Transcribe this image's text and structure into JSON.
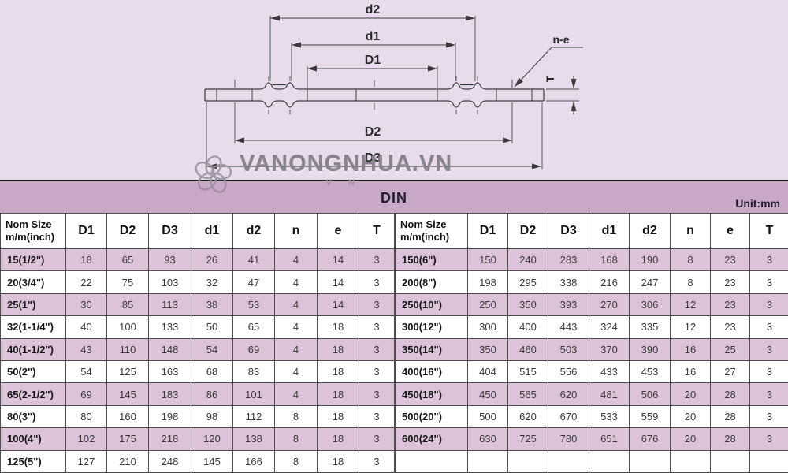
{
  "title": "DIN",
  "unit": "Unit:mm",
  "watermark": {
    "brand": "VANONGNHUA.VN",
    "sub": "V N"
  },
  "diagram": {
    "dim_d2": "d2",
    "dim_d1": "d1",
    "dim_D1": "D1",
    "dim_D2": "D2",
    "dim_D3": "D3",
    "holes_label": "n-e",
    "thickness_label": "T"
  },
  "table": {
    "nom_header_line1": "Nom Size",
    "nom_header_line2": "m/m(inch)",
    "value_columns": [
      "D1",
      "D2",
      "D3",
      "d1",
      "d2",
      "n",
      "e",
      "T"
    ],
    "left_rows": [
      {
        "size": "15(1/2\")",
        "values": [
          "18",
          "65",
          "93",
          "26",
          "41",
          "4",
          "14",
          "3"
        ]
      },
      {
        "size": "20(3/4\")",
        "values": [
          "22",
          "75",
          "103",
          "32",
          "47",
          "4",
          "14",
          "3"
        ]
      },
      {
        "size": "25(1\")",
        "values": [
          "30",
          "85",
          "113",
          "38",
          "53",
          "4",
          "14",
          "3"
        ]
      },
      {
        "size": "32(1-1/4\")",
        "values": [
          "40",
          "100",
          "133",
          "50",
          "65",
          "4",
          "18",
          "3"
        ]
      },
      {
        "size": "40(1-1/2\")",
        "values": [
          "43",
          "110",
          "148",
          "54",
          "69",
          "4",
          "18",
          "3"
        ]
      },
      {
        "size": "50(2\")",
        "values": [
          "54",
          "125",
          "163",
          "68",
          "83",
          "4",
          "18",
          "3"
        ]
      },
      {
        "size": "65(2-1/2\")",
        "values": [
          "69",
          "145",
          "183",
          "86",
          "101",
          "4",
          "18",
          "3"
        ]
      },
      {
        "size": "80(3\")",
        "values": [
          "80",
          "160",
          "198",
          "98",
          "112",
          "8",
          "18",
          "3"
        ]
      },
      {
        "size": "100(4\")",
        "values": [
          "102",
          "175",
          "218",
          "120",
          "138",
          "8",
          "18",
          "3"
        ]
      },
      {
        "size": "125(5\")",
        "values": [
          "127",
          "210",
          "248",
          "145",
          "166",
          "8",
          "18",
          "3"
        ]
      }
    ],
    "right_rows": [
      {
        "size": "150(6\")",
        "values": [
          "150",
          "240",
          "283",
          "168",
          "190",
          "8",
          "23",
          "3"
        ]
      },
      {
        "size": "200(8\")",
        "values": [
          "198",
          "295",
          "338",
          "216",
          "247",
          "8",
          "23",
          "3"
        ]
      },
      {
        "size": "250(10\")",
        "values": [
          "250",
          "350",
          "393",
          "270",
          "306",
          "12",
          "23",
          "3"
        ]
      },
      {
        "size": "300(12\")",
        "values": [
          "300",
          "400",
          "443",
          "324",
          "335",
          "12",
          "23",
          "3"
        ]
      },
      {
        "size": "350(14\")",
        "values": [
          "350",
          "460",
          "503",
          "370",
          "390",
          "16",
          "25",
          "3"
        ]
      },
      {
        "size": "400(16\")",
        "values": [
          "404",
          "515",
          "556",
          "433",
          "453",
          "16",
          "27",
          "3"
        ]
      },
      {
        "size": "450(18\")",
        "values": [
          "450",
          "565",
          "620",
          "481",
          "506",
          "20",
          "28",
          "3"
        ]
      },
      {
        "size": "500(20\")",
        "values": [
          "500",
          "620",
          "670",
          "533",
          "559",
          "20",
          "28",
          "3"
        ]
      },
      {
        "size": "600(24\")",
        "values": [
          "630",
          "725",
          "780",
          "651",
          "676",
          "20",
          "28",
          "3"
        ]
      },
      {
        "size": "",
        "values": [
          "",
          "",
          "",
          "",
          "",
          "",
          "",
          ""
        ]
      }
    ]
  },
  "colors": {
    "title_bar": "#c8a7c7",
    "drawing_bg": "#e8dcec",
    "row_pink": "#dcc3da",
    "border": "#4d4d4d"
  }
}
